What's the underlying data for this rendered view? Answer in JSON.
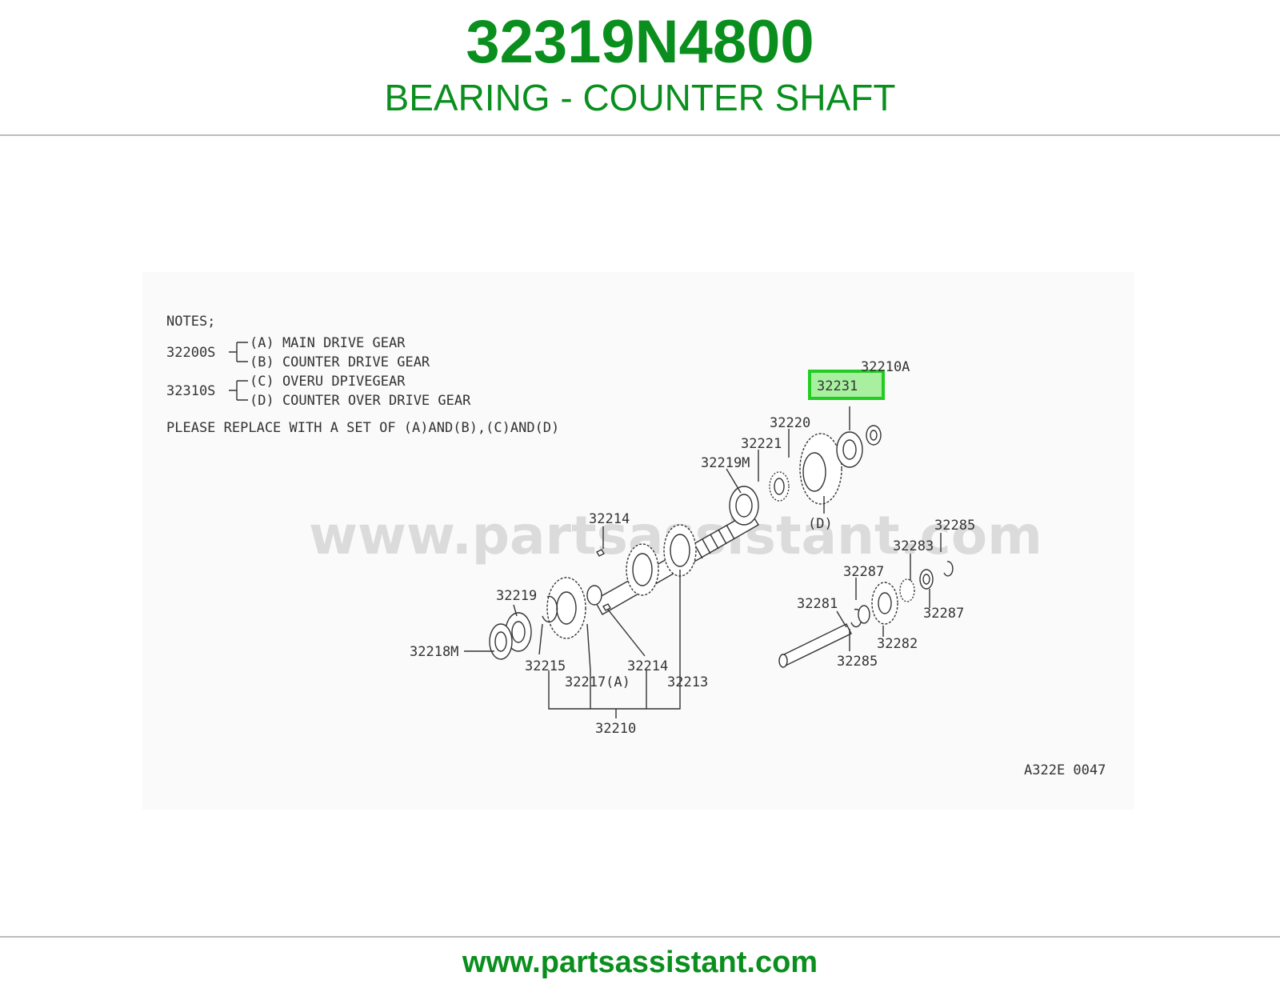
{
  "header": {
    "part_number": "32319N4800",
    "part_name": "BEARING - COUNTER SHAFT"
  },
  "footer": {
    "url": "www.partsassistant.com"
  },
  "colors": {
    "brand_green": "#0a8f1e",
    "highlight_green": "#22cc22",
    "highlight_fill": "#a8f0a0",
    "rule_gray": "#bdbdbd"
  },
  "diagram": {
    "notes": {
      "heading": "NOTES;",
      "group1_code": "32200S",
      "group1_a": "(A) MAIN DRIVE GEAR",
      "group1_b": "(B) COUNTER DRIVE GEAR",
      "group2_code": "32310S",
      "group2_c": "(C) OVERU DPIVEGEAR",
      "group2_d": "(D) COUNTER OVER DRIVE GEAR",
      "replace": "PLEASE REPLACE WITH A SET OF (A)AND(B),(C)AND(D)"
    },
    "watermark": "www.partsassistant.com",
    "figure_code": "A322E 0047",
    "highlighted_part": "32231",
    "labels": {
      "l32210A": "32210A",
      "l32220": "32220",
      "l32221": "32221",
      "l32219M": "32219M",
      "lD": "(D)",
      "l32214a": "32214",
      "l32219": "32219",
      "l32218M": "32218M",
      "l32215": "32215",
      "l32214b": "32214",
      "l32217A": "32217(A)",
      "l32213": "32213",
      "l32210": "32210",
      "l32285a": "32285",
      "l32283": "32283",
      "l32287a": "32287",
      "l32281": "32281",
      "l32287b": "32287",
      "l32282": "32282",
      "l32285b": "32285"
    }
  }
}
